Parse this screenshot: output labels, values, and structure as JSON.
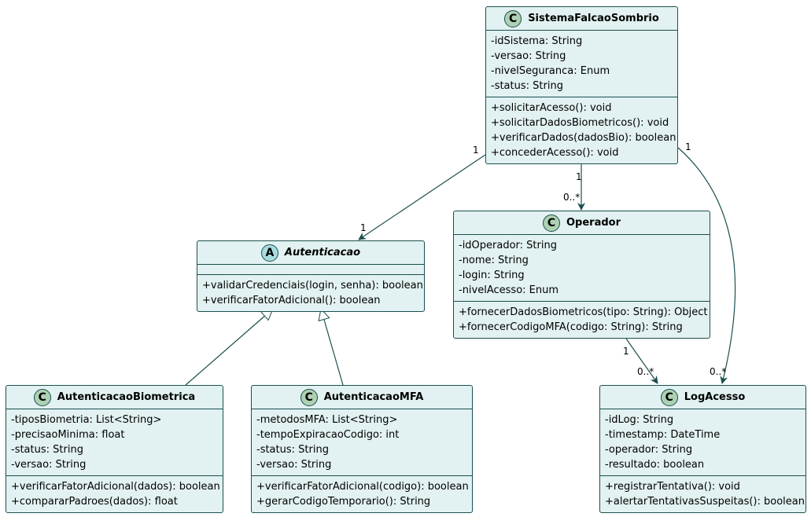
{
  "classes": [
    {
      "id": "sistema",
      "stereotype": "C",
      "name": "SistemaFalcaoSombrio",
      "italic": false,
      "attributes": [
        "-idSistema: String",
        "-versao: String",
        "-nivelSeguranca: Enum",
        "-status: String"
      ],
      "methods": [
        "+solicitarAcesso(): void",
        "+solicitarDadosBiometricos(): void",
        "+verificarDados(dadosBio): boolean",
        "+concederAcesso(): void"
      ]
    },
    {
      "id": "autenticacao",
      "stereotype": "A",
      "name": "Autenticacao",
      "italic": true,
      "attributes": [],
      "methods": [
        "+validarCredenciais(login, senha): boolean",
        "+verificarFatorAdicional(): boolean"
      ]
    },
    {
      "id": "operador",
      "stereotype": "C",
      "name": "Operador",
      "italic": false,
      "attributes": [
        "-idOperador: String",
        "-nome: String",
        "-login: String",
        "-nivelAcesso: Enum"
      ],
      "methods": [
        "+fornecerDadosBiometricos(tipo: String): Object",
        "+fornecerCodigoMFA(codigo: String): String"
      ]
    },
    {
      "id": "biometrica",
      "stereotype": "C",
      "name": "AutenticacaoBiometrica",
      "italic": false,
      "attributes": [
        "-tiposBiometria: List<String>",
        "-precisaoMinima: float",
        "-status: String",
        "-versao: String"
      ],
      "methods": [
        "+verificarFatorAdicional(dados): boolean",
        "+compararPadroes(dados): float"
      ]
    },
    {
      "id": "mfa",
      "stereotype": "C",
      "name": "AutenticacaoMFA",
      "italic": false,
      "attributes": [
        "-metodosMFA: List<String>",
        "-tempoExpiracaoCodigo: int",
        "-status: String",
        "-versao: String"
      ],
      "methods": [
        "+verificarFatorAdicional(codigo): boolean",
        "+gerarCodigoTemporario(): String"
      ]
    },
    {
      "id": "log",
      "stereotype": "C",
      "name": "LogAcesso",
      "italic": false,
      "attributes": [
        "-idLog: String",
        "-timestamp: DateTime",
        "-operador: String",
        "-resultado: boolean"
      ],
      "methods": [
        "+registrarTentativa(): void",
        "+alertarTentativasSuspeitas(): boolean"
      ]
    }
  ],
  "relations": [
    {
      "id": "sis-aut",
      "from": "sistema",
      "to": "autenticacao",
      "type": "association",
      "from_mult": "1",
      "to_mult": "1"
    },
    {
      "id": "sis-op",
      "from": "sistema",
      "to": "operador",
      "type": "association",
      "from_mult": "1",
      "to_mult": "0..*"
    },
    {
      "id": "sis-log",
      "from": "sistema",
      "to": "log",
      "type": "association",
      "from_mult": "1",
      "to_mult": "0..*"
    },
    {
      "id": "op-log",
      "from": "operador",
      "to": "log",
      "type": "association",
      "from_mult": "1",
      "to_mult": "0..*"
    },
    {
      "id": "bio-aut",
      "from": "biometrica",
      "to": "autenticacao",
      "type": "generalization"
    },
    {
      "id": "mfa-aut",
      "from": "mfa",
      "to": "autenticacao",
      "type": "generalization"
    }
  ],
  "colors": {
    "class_fill": "#e2f1f1",
    "border": "#1b4f4f",
    "edge": "#1b4f4f",
    "circle_class": "#add1b2",
    "circle_abstract": "#a9dcdf"
  }
}
